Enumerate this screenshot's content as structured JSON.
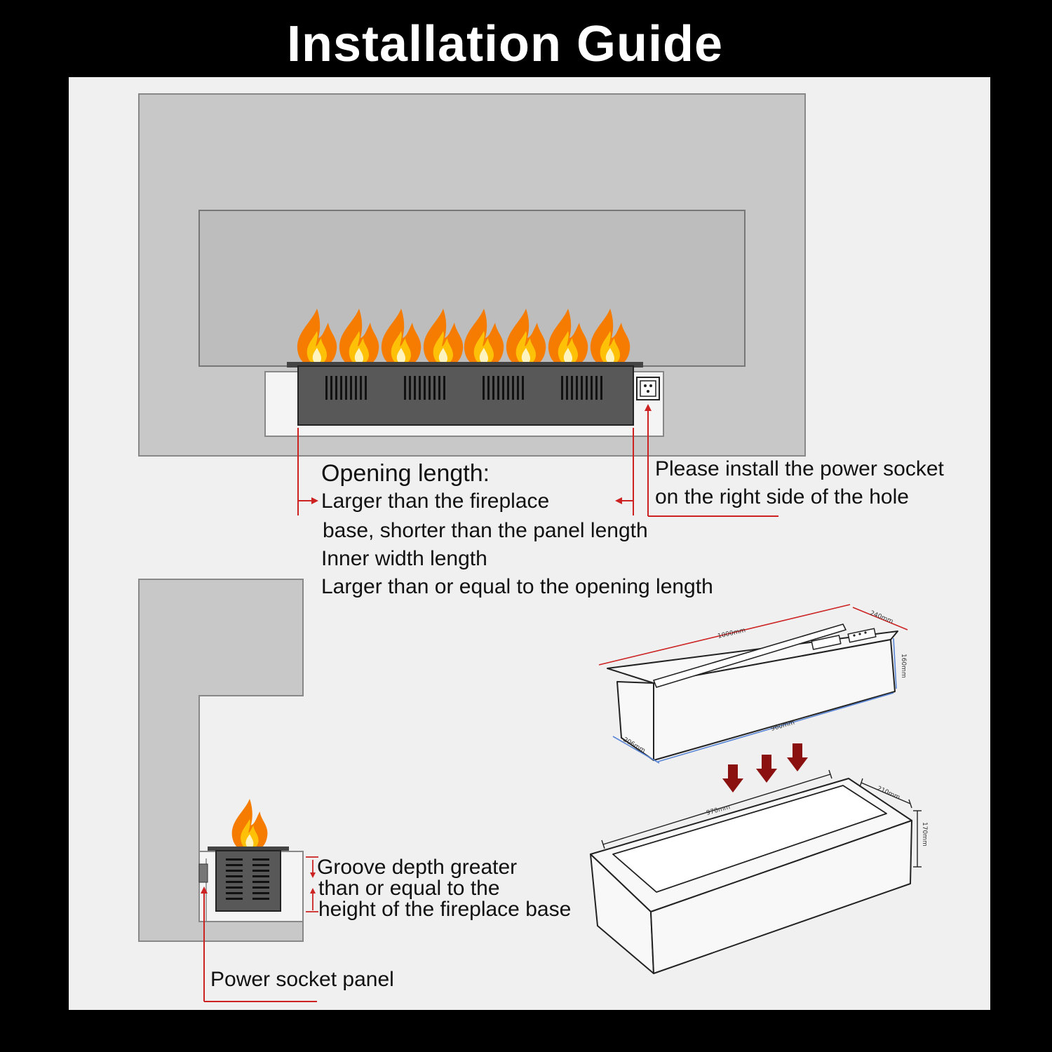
{
  "title": "Installation Guide",
  "opening": {
    "heading": "Opening length:",
    "line1": "Larger than the fireplace",
    "line2": "base, shorter than the panel length",
    "inner_heading": "Inner width length",
    "inner_line": "Larger than or equal to the opening length"
  },
  "socket_note": {
    "line1": "Please install the power socket",
    "line2": "on the right side of the hole"
  },
  "groove_note": {
    "line1": "Groove depth greater",
    "line2": "than or equal to the",
    "line3": "height of the fireplace base"
  },
  "power_panel_label": "Power socket panel",
  "dimensions": {
    "unit_length": "1000mm",
    "unit_depth": "240mm",
    "unit_height": "160mm",
    "box_length": "960mm",
    "box_depth": "206mm",
    "groove_length": "970mm",
    "groove_depth": "210mm",
    "groove_height": "170mm"
  },
  "colors": {
    "background": "#000000",
    "panel": "#f0f0f0",
    "wall": "#c8c8c8",
    "recess": "#bdbdbd",
    "accent_red": "#cc2222",
    "arrow_dark_red": "#8b1010",
    "dimension_blue": "#5a86d6",
    "flame_orange": "#f57c00"
  }
}
